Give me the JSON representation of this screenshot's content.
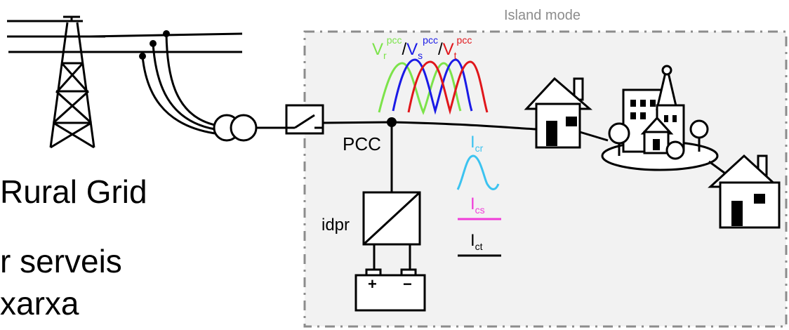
{
  "island_label": "Island mode",
  "pcc_label": "PCC",
  "converter_label": "idpr",
  "rural_grid_label": "Rural Grid",
  "services_line1": "r serveis",
  "services_line2": "xarxa",
  "voltages": {
    "v_r": "V",
    "v_r_sub": "r",
    "v_r_sup": "pcc",
    "v_s": "V",
    "v_s_sub": "s",
    "v_s_sup": "pcc",
    "v_t": "V",
    "v_t_sub": "t",
    "v_t_sup": "pcc",
    "separator": "/"
  },
  "currents": {
    "i_cr": "I",
    "i_cr_sub": "cr",
    "i_cs": "I",
    "i_cs_sub": "cs",
    "i_ct": "I",
    "i_ct_sub": "ct"
  },
  "colors": {
    "r_phase": "#7CE34A",
    "s_phase": "#1A1AE6",
    "t_phase": "#E0161B",
    "i_cr": "#3CC3F0",
    "i_cs": "#F03CD8",
    "i_ct": "#000000",
    "island_fill": "#F2F2F2",
    "island_border": "#8C8C8C",
    "label_gray": "#8C8C8C"
  },
  "battery": {
    "plus": "+",
    "minus": "−"
  }
}
